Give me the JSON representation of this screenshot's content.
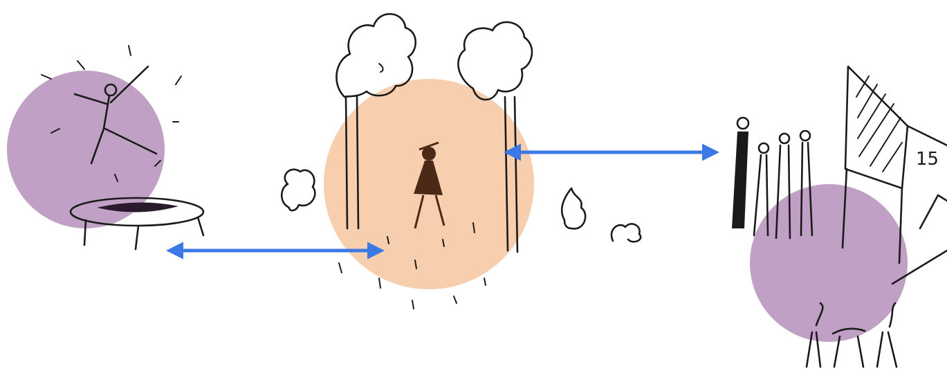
{
  "colors": {
    "accent_circle": "#f6c6a0",
    "highlight_circle": "#b591bb",
    "arrow": "#3b7ae6",
    "ink": "#1a1a1a",
    "figure_fill": "#4a2a16"
  },
  "scenes": [
    {
      "id": "trampoline",
      "icon": "trampoline-jumper-icon",
      "highlight": "purple"
    },
    {
      "id": "park-path",
      "icon": "child-walking-in-park-icon",
      "highlight": "orange"
    },
    {
      "id": "queue-at-sign",
      "icon": "people-queue-icon",
      "highlight": "purple"
    }
  ],
  "sign": {
    "number": "15"
  },
  "arrows": [
    {
      "from": "trampoline",
      "to": "park-path",
      "direction": "bidirectional"
    },
    {
      "from": "park-path",
      "to": "queue-at-sign",
      "direction": "bidirectional"
    }
  ]
}
